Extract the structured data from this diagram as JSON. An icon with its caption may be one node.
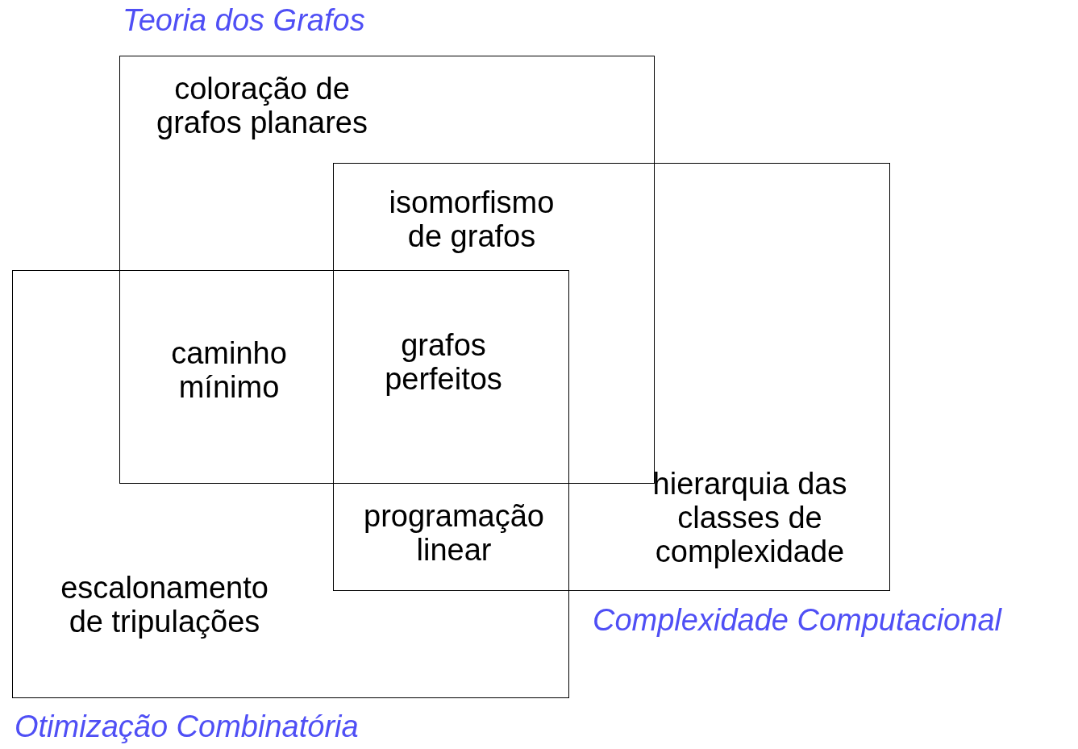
{
  "diagram": {
    "nodes": [
      {
        "text": [
          "Teoria dos Grafos"
        ]
      },
      {
        "text": [
          "Complexidade Computacional"
        ]
      },
      {
        "text": [
          "Otimização Combinatória"
        ]
      }
    ],
    "labels": [
      "coloração de grafos planares",
      "isomorfismo de grafos",
      "caminho mínimo",
      "grafos perfeitos",
      "programação linear",
      "hierarquia das classes de complexidade",
      "escalonamento de tripulações"
    ]
  }
}
